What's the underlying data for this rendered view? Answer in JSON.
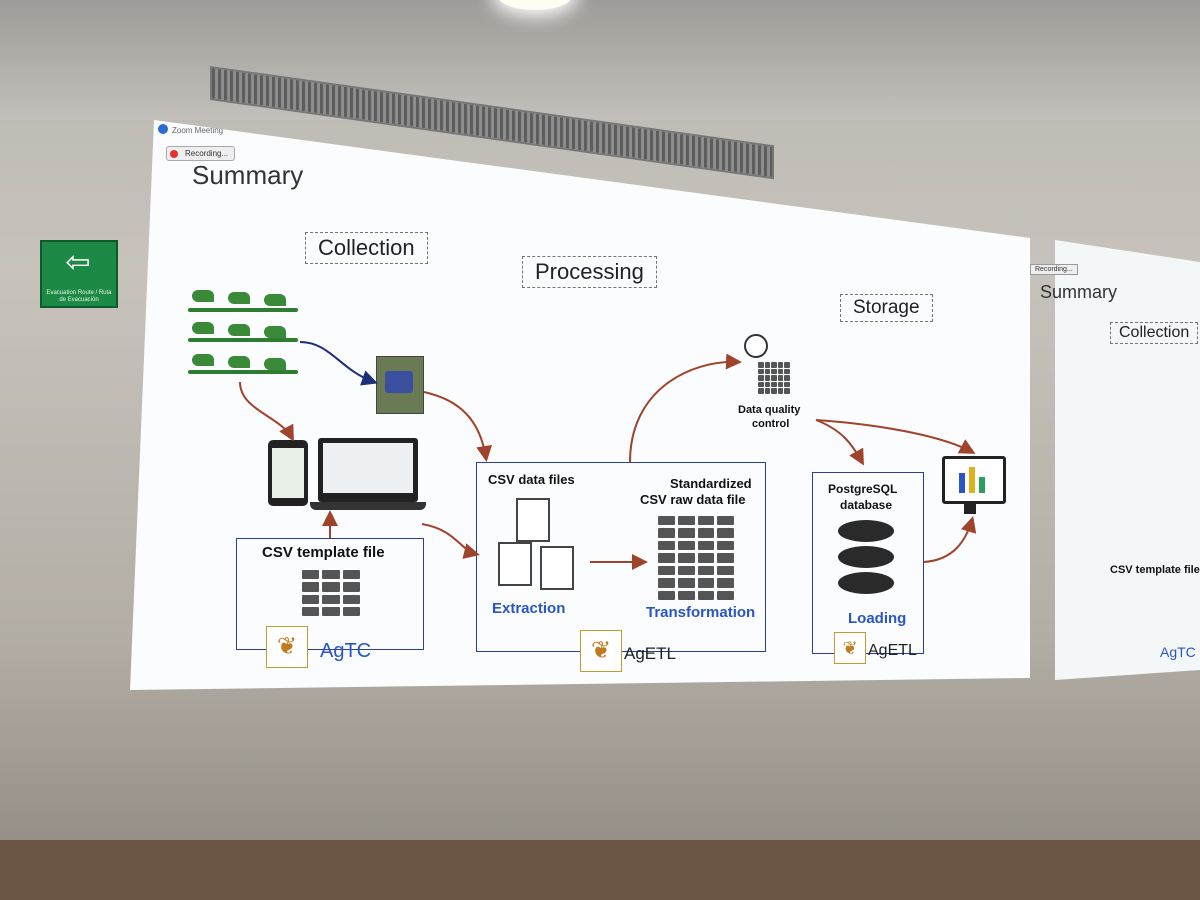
{
  "exit_sign": {
    "arrow": "⇦",
    "label": "Evacuation Route / Ruta de Evacuación"
  },
  "zoom": {
    "window_title": "Zoom Meeting",
    "recording_label": "Recording..."
  },
  "slide": {
    "title": "Summary",
    "sections": {
      "collection": "Collection",
      "processing": "Processing",
      "storage": "Storage"
    },
    "collection": {
      "template_label": "CSV template file",
      "tool": "AgTC"
    },
    "processing": {
      "csv_files_label": "CSV data files",
      "standardized_label_1": "Standardized",
      "standardized_label_2": "CSV raw data file",
      "extraction": "Extraction",
      "transformation": "Transformation",
      "tool": "AgETL"
    },
    "quality": {
      "label_1": "Data quality",
      "label_2": "control"
    },
    "storage": {
      "db_label_1": "PostgreSQL",
      "db_label_2": "database",
      "loading": "Loading",
      "tool": "AgETL"
    }
  },
  "slide2": {
    "recording_label": "Recording...",
    "title": "Summary",
    "collection": "Collection",
    "template_label": "CSV template file",
    "tool": "AgTC"
  },
  "colors": {
    "accent_blue": "#2a55c4",
    "arrow_red": "#a0432c",
    "plant_green": "#3a8a3a"
  }
}
